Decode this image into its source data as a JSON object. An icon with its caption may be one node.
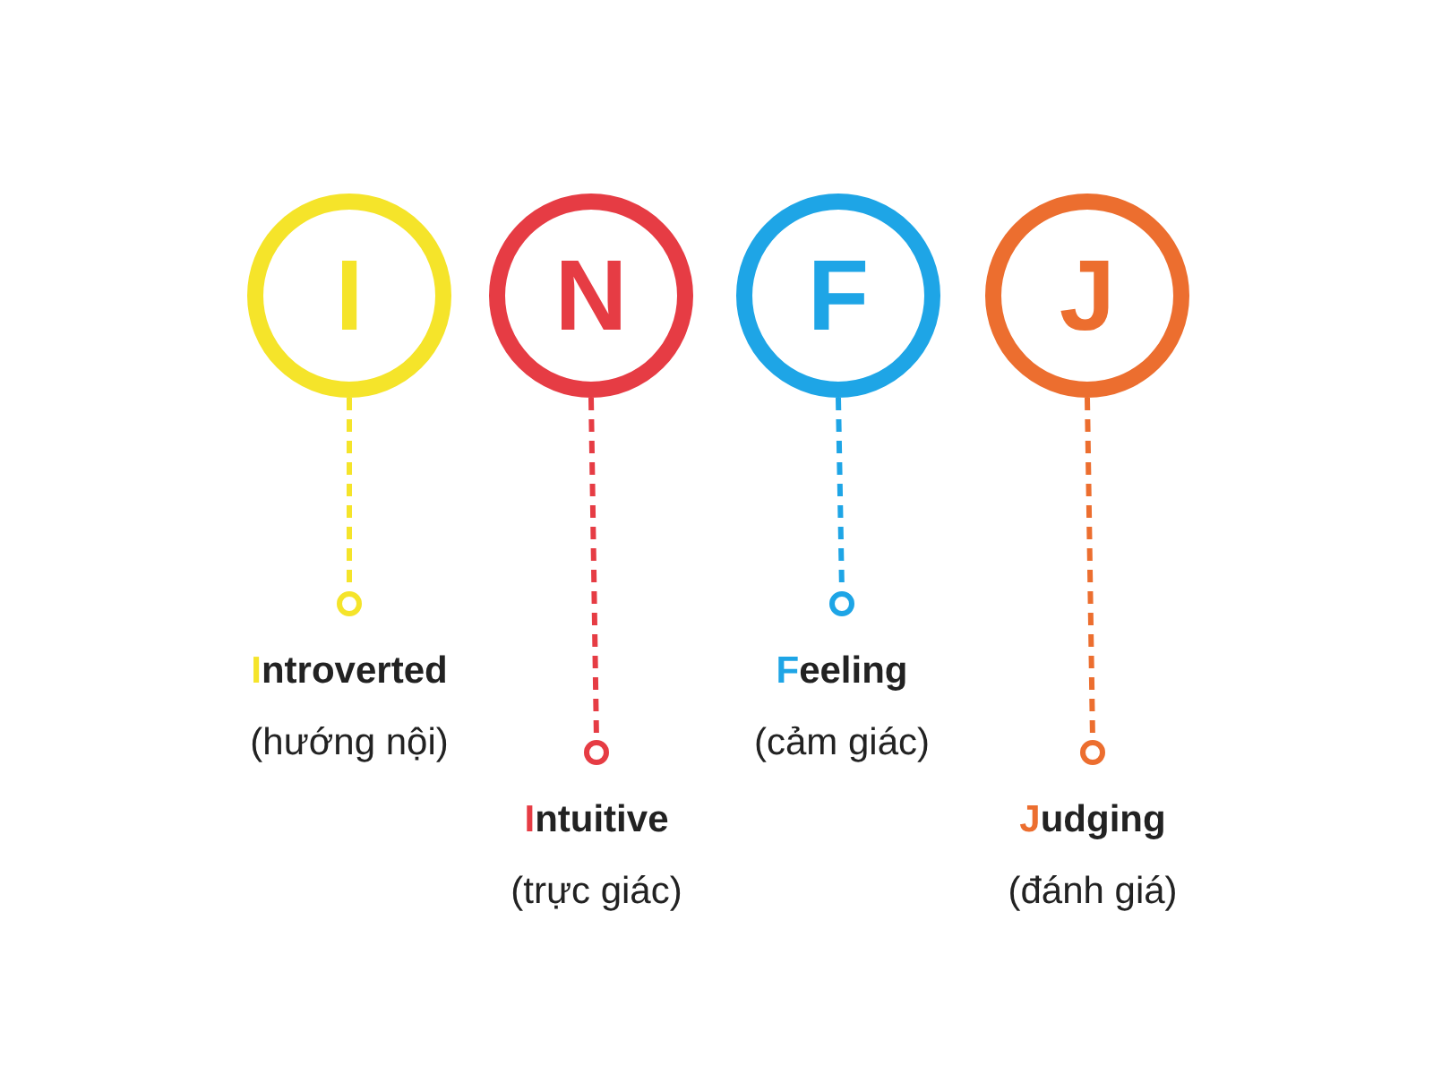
{
  "diagram": {
    "nodes": [
      {
        "text": [
          "I"
        ]
      },
      {
        "text": [
          "N"
        ]
      },
      {
        "text": [
          "F"
        ]
      },
      {
        "text": [
          "J"
        ]
      },
      {
        "text": [],
        "shape": "circle",
        "beside": [
          "Introverted",
          "(hướng nội)"
        ]
      },
      {
        "text": [],
        "shape": "circle",
        "beside": [
          "Intuitive",
          "(trực giác)"
        ]
      },
      {
        "text": [],
        "shape": "circle",
        "beside": [
          "Feeling",
          "(cảm giác)"
        ]
      },
      {
        "text": [],
        "shape": "circle",
        "beside": [
          "Judging",
          "(đánh giá)"
        ]
      }
    ],
    "edges": [
      {
        "from": 0,
        "to": 4,
        "arrow": "none",
        "style": "dashed",
        "color": "#f5e42a"
      },
      {
        "from": 1,
        "to": 5,
        "arrow": "none",
        "style": "dashed",
        "color": "#e63c44"
      },
      {
        "from": 2,
        "to": 6,
        "arrow": "none",
        "style": "dashed",
        "color": "#1ea5e6"
      },
      {
        "from": 3,
        "to": 7,
        "arrow": "none",
        "style": "dashed",
        "color": "#ec6e2f"
      }
    ]
  }
}
